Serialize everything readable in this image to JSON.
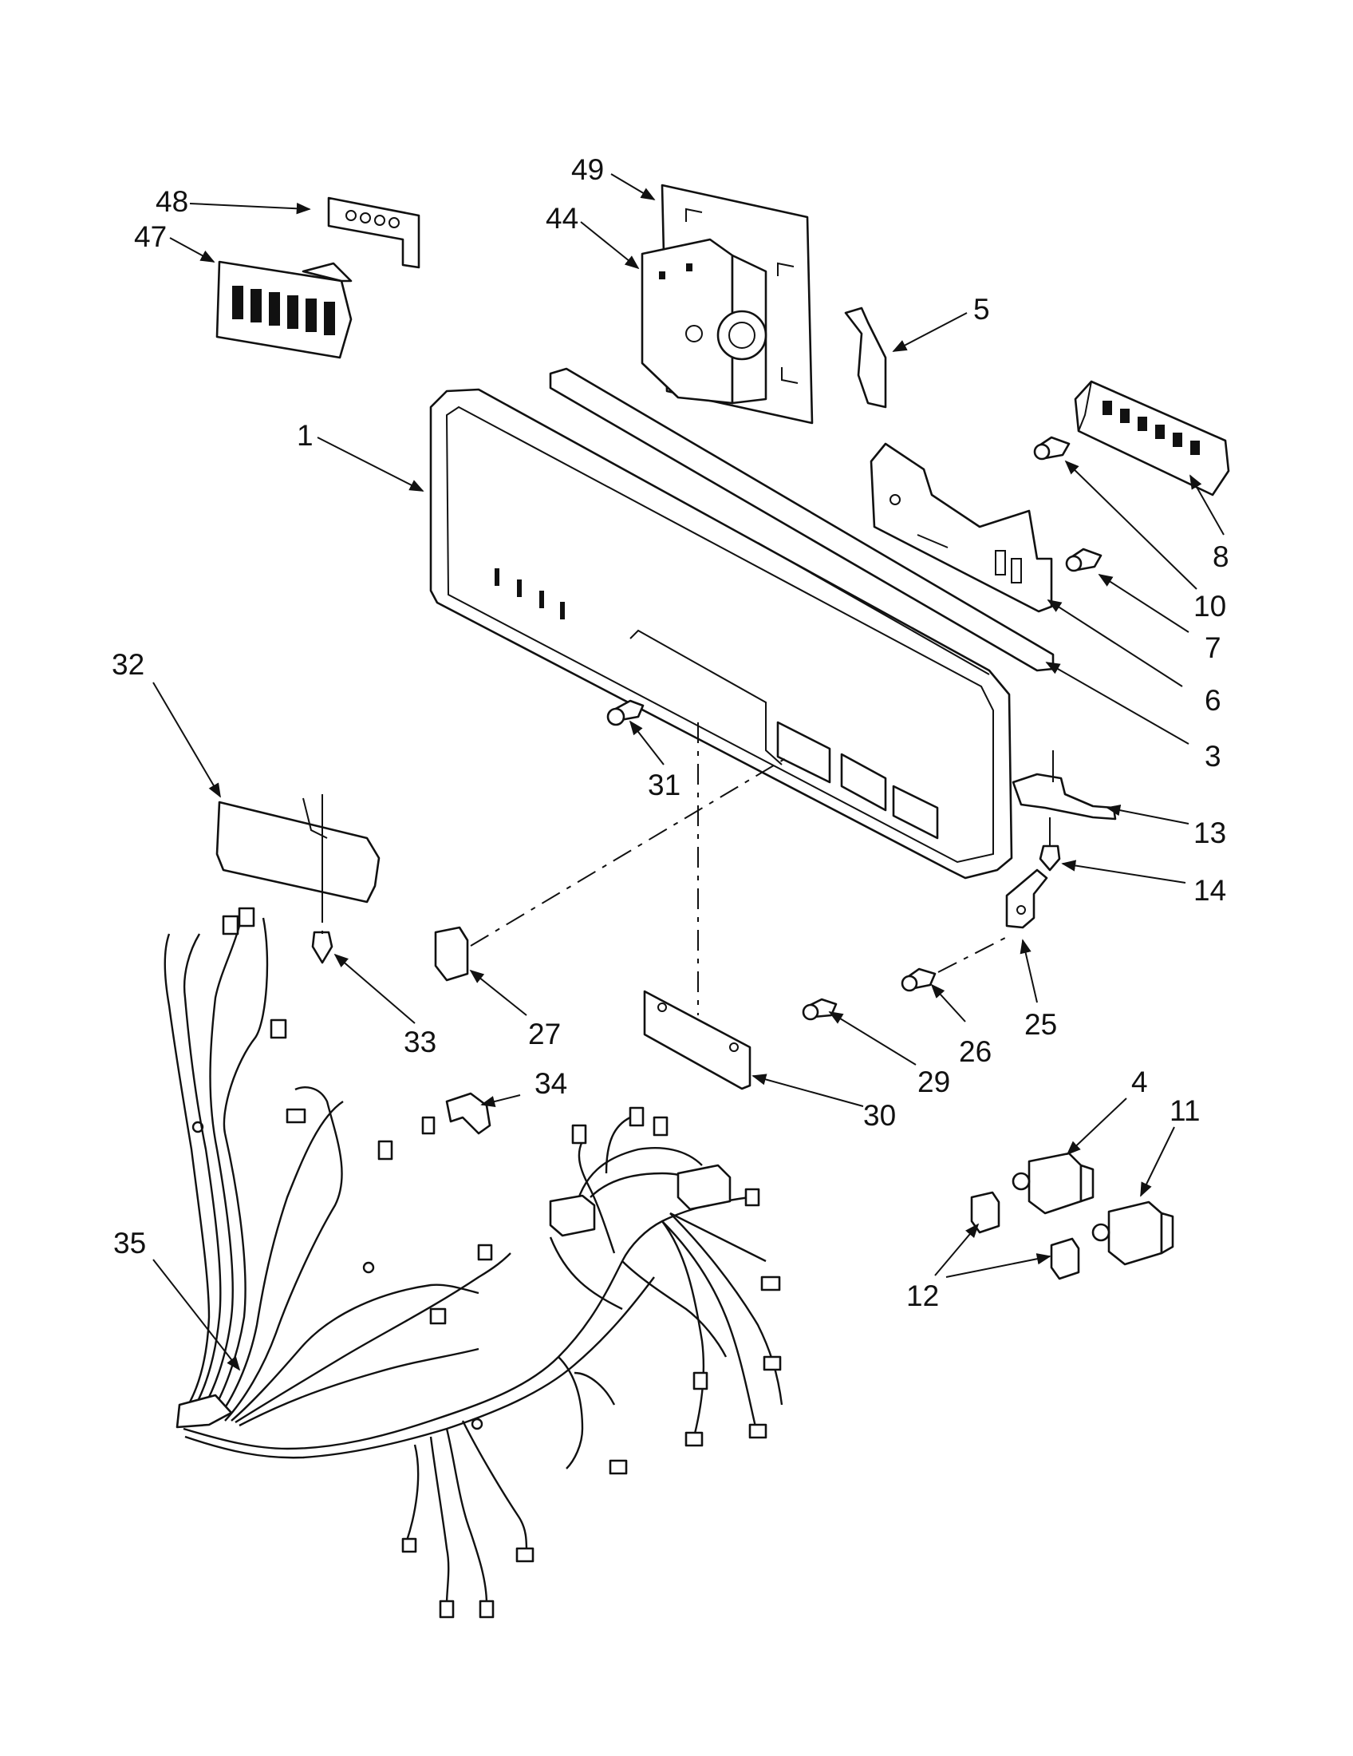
{
  "callouts": [
    {
      "id": "c1",
      "text": "1"
    },
    {
      "id": "c3",
      "text": "3"
    },
    {
      "id": "c4",
      "text": "4"
    },
    {
      "id": "c5",
      "text": "5"
    },
    {
      "id": "c6",
      "text": "6"
    },
    {
      "id": "c7",
      "text": "7"
    },
    {
      "id": "c8",
      "text": "8"
    },
    {
      "id": "c10",
      "text": "10"
    },
    {
      "id": "c11",
      "text": "11"
    },
    {
      "id": "c12",
      "text": "12"
    },
    {
      "id": "c13",
      "text": "13"
    },
    {
      "id": "c14",
      "text": "14"
    },
    {
      "id": "c25",
      "text": "25"
    },
    {
      "id": "c26",
      "text": "26"
    },
    {
      "id": "c27",
      "text": "27"
    },
    {
      "id": "c29",
      "text": "29"
    },
    {
      "id": "c30",
      "text": "30"
    },
    {
      "id": "c31",
      "text": "31"
    },
    {
      "id": "c32",
      "text": "32"
    },
    {
      "id": "c33",
      "text": "33"
    },
    {
      "id": "c34",
      "text": "34"
    },
    {
      "id": "c35",
      "text": "35"
    },
    {
      "id": "c44",
      "text": "44"
    },
    {
      "id": "c47",
      "text": "47"
    },
    {
      "id": "c48",
      "text": "48"
    },
    {
      "id": "c49",
      "text": "49"
    }
  ]
}
